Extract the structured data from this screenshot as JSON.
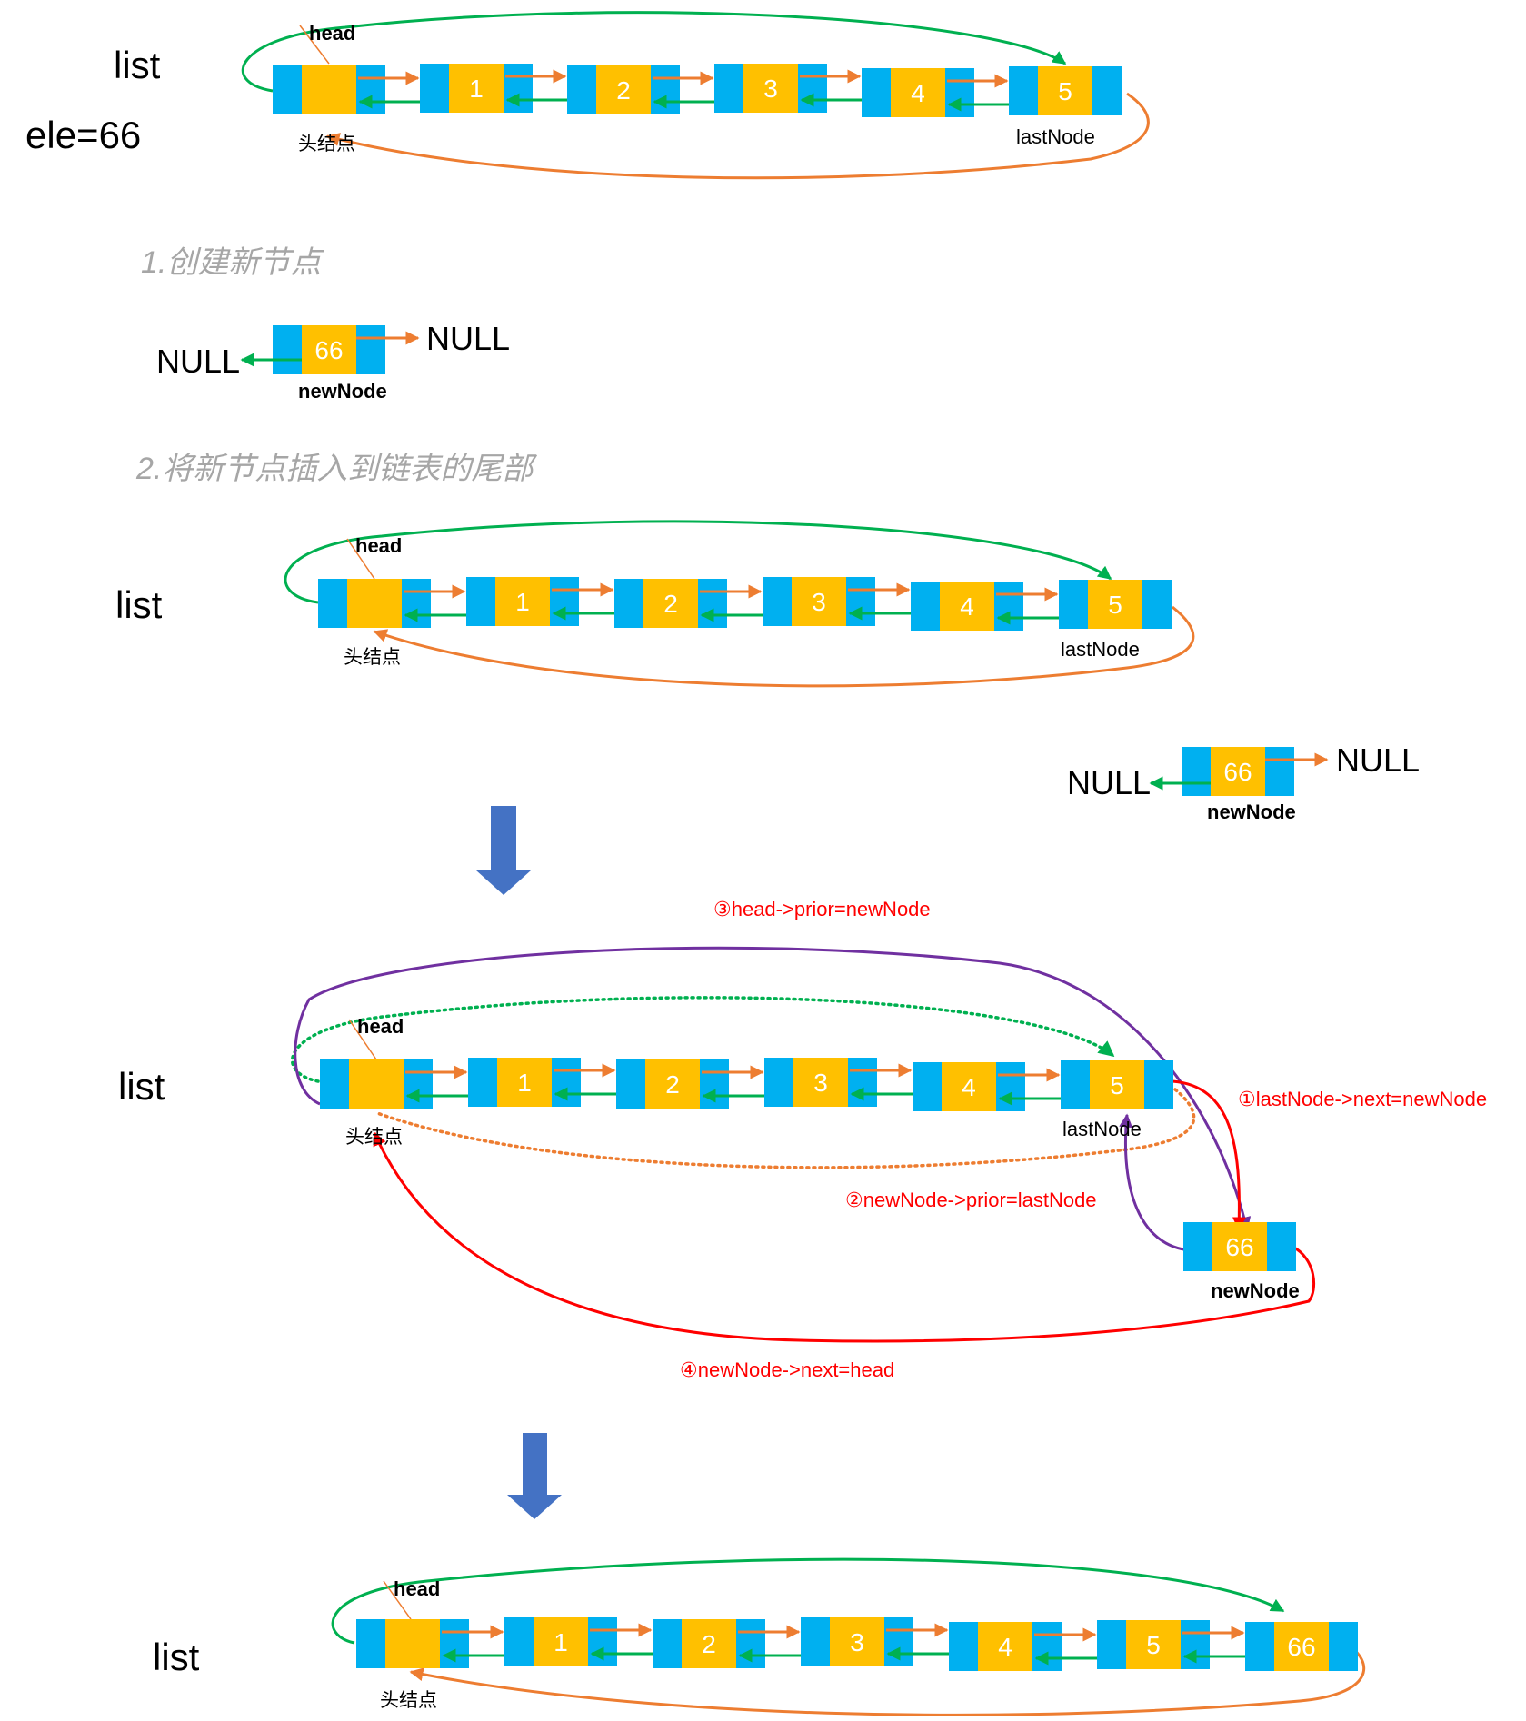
{
  "title": "ele=66",
  "labels": {
    "list": "list",
    "head": "head",
    "head_node": "头结点",
    "last_node": "lastNode",
    "new_node": "newNode",
    "null": "NULL"
  },
  "steps": [
    {
      "text": "1.创建新节点"
    },
    {
      "text": "2.将新节点插入到链表的尾部"
    }
  ],
  "new_node_value": "66",
  "annotations": [
    {
      "text": "③head->prior=newNode"
    },
    {
      "text": "①lastNode->next=newNode"
    },
    {
      "text": "②newNode->prior=lastNode"
    },
    {
      "text": "④newNode->next=head"
    }
  ],
  "rows": [
    {
      "values": [
        "",
        "1",
        "2",
        "3",
        "4",
        "5"
      ]
    },
    {
      "values": [
        "",
        "1",
        "2",
        "3",
        "4",
        "5"
      ]
    },
    {
      "values": [
        "",
        "1",
        "2",
        "3",
        "4",
        "5"
      ]
    },
    {
      "values": [
        "",
        "1",
        "2",
        "3",
        "4",
        "5",
        "66"
      ]
    }
  ],
  "colors": {
    "node_side": "#00b0f0",
    "node_center": "#ffc000",
    "next_arrow": "#ed7d31",
    "prior_arrow": "#00b050",
    "purple_arrow": "#7030a0",
    "red_arrow": "#ff0000",
    "down_arrow": "#4472c4",
    "step_text": "#a6a6a6"
  }
}
